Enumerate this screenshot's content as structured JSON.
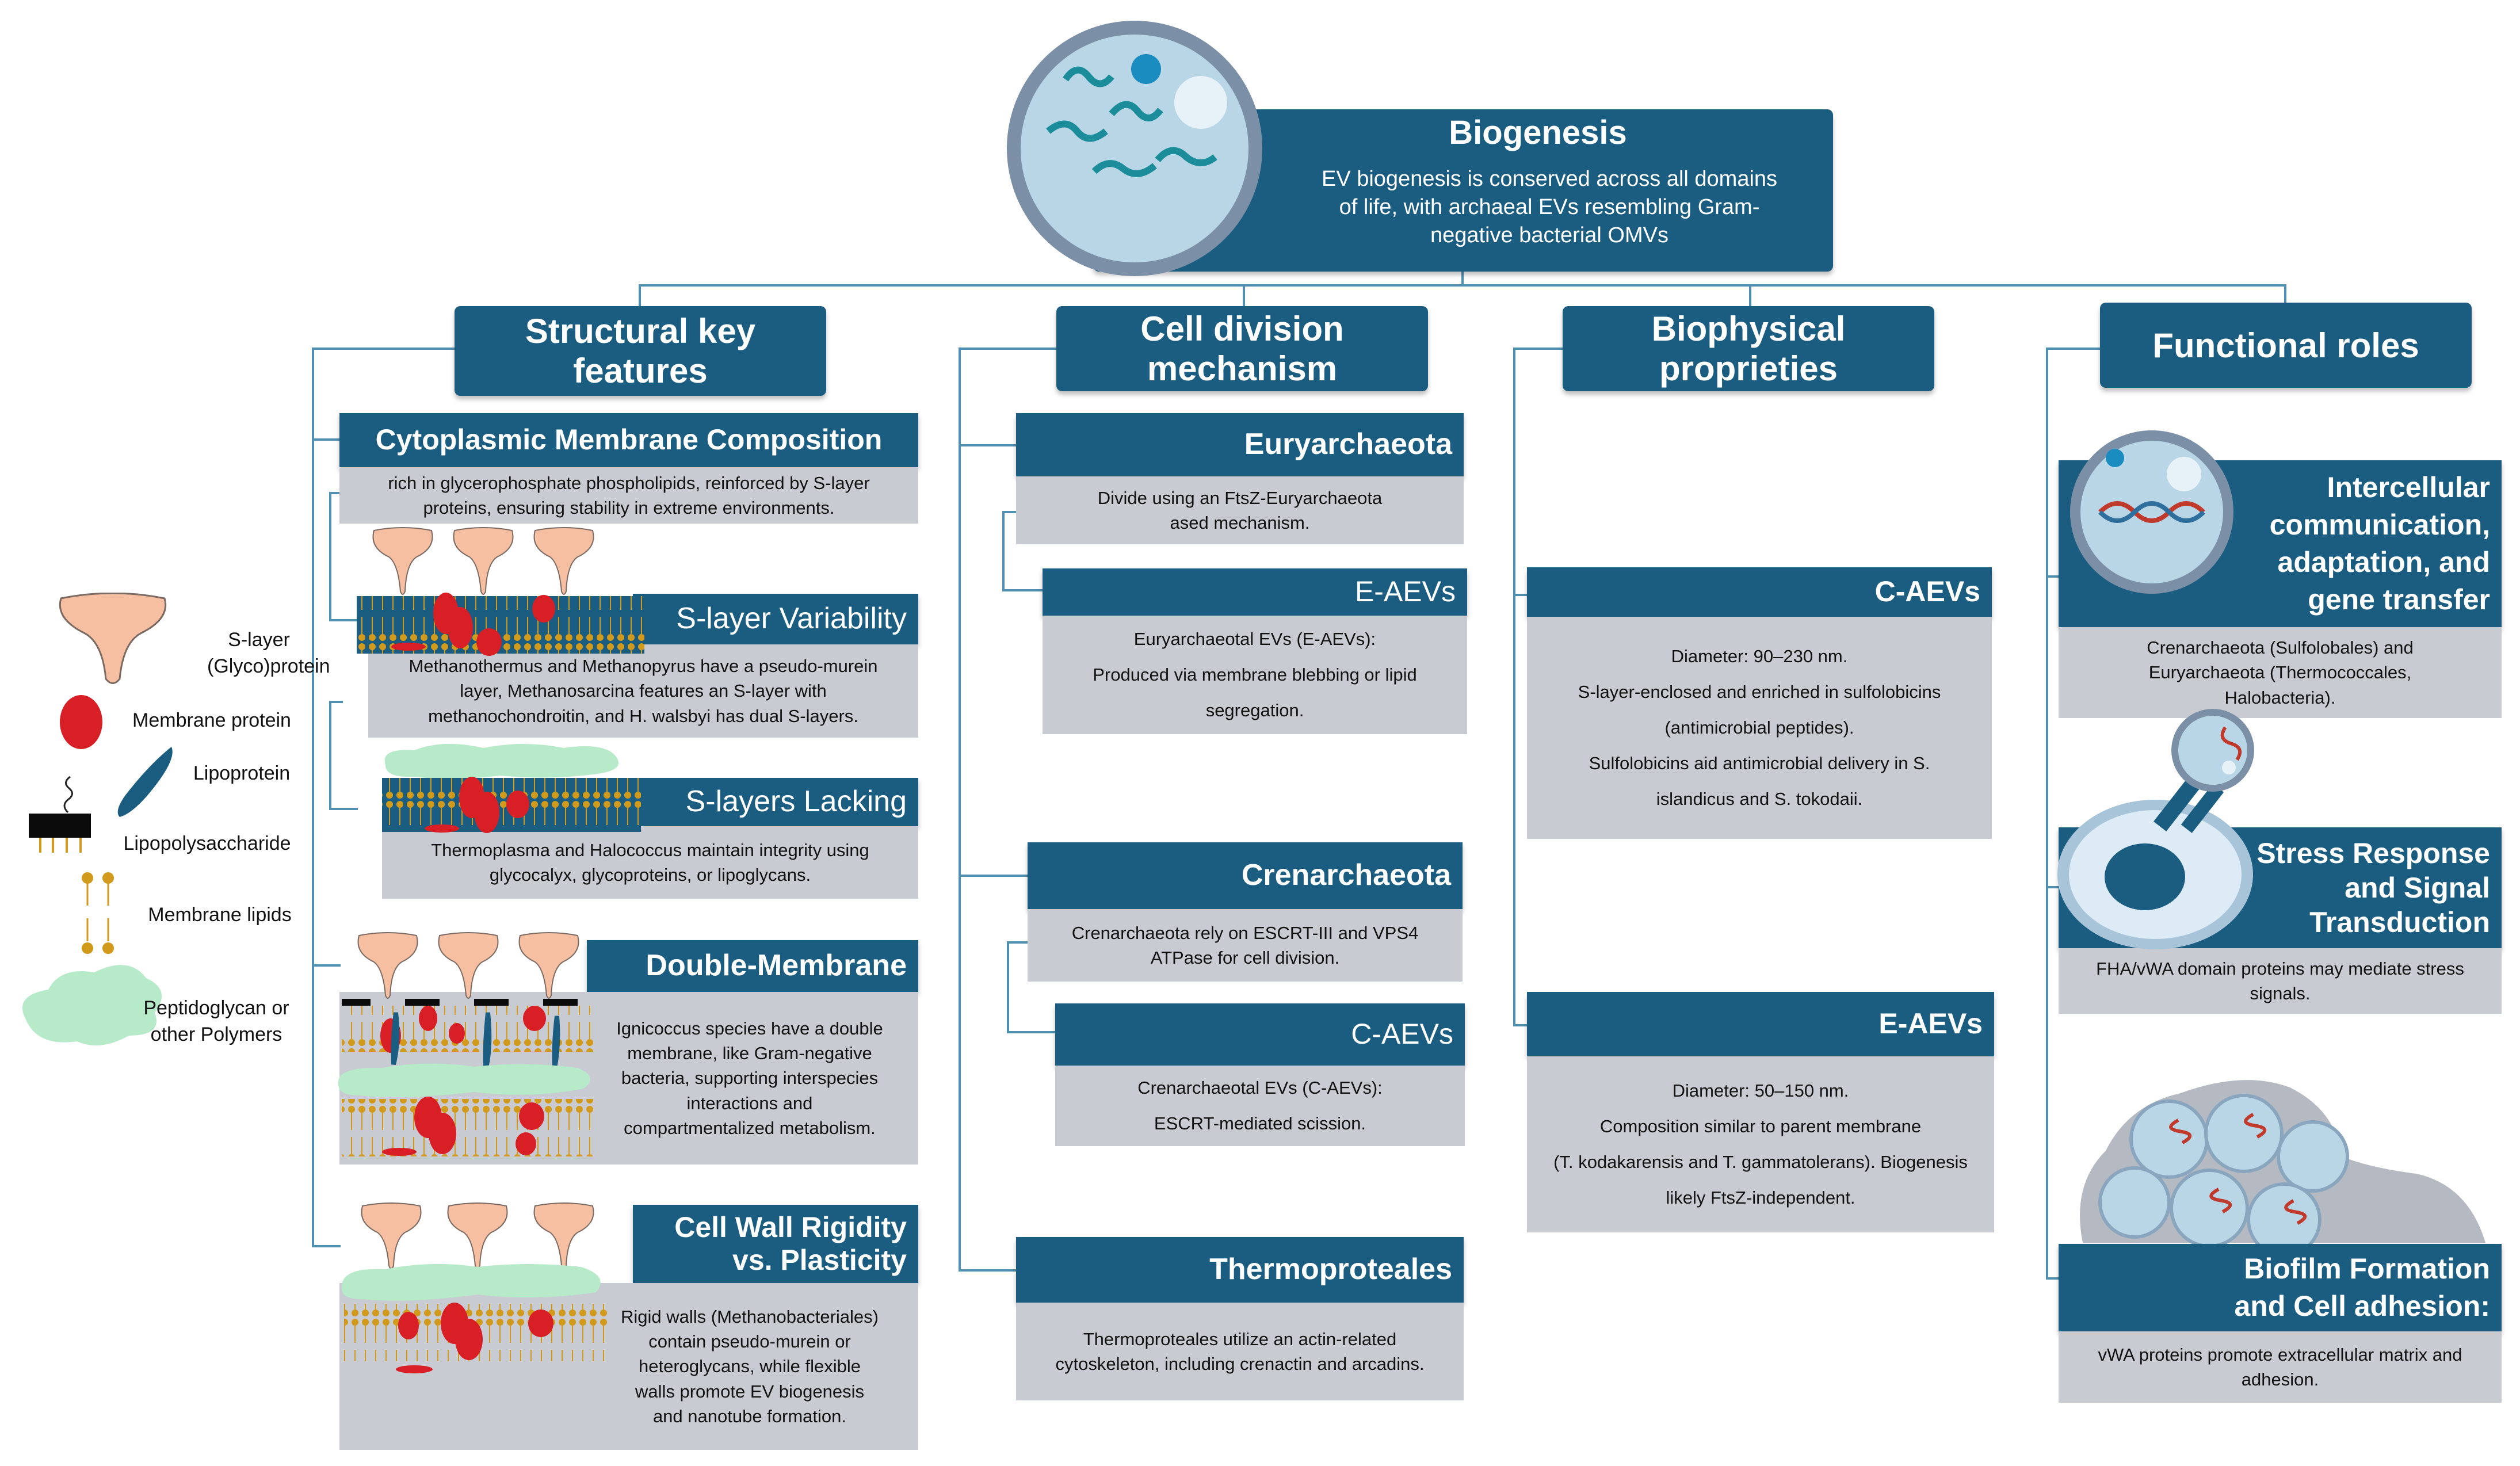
{
  "colors": {
    "header": "#1a5d80",
    "text_box": "#c8cbd2",
    "connector": "#4f8fb0",
    "slayer": "#f7bfa2",
    "protein": "#d81f26",
    "lipid": "#d29a1b",
    "peptidoglycan": "#b6eac8"
  },
  "biogenesis": {
    "title": "Biogenesis",
    "text": "EV biogenesis is conserved across all domains\nof life, with archaeal EVs resembling Gram-\nnegative bacterial OMVs"
  },
  "legend": {
    "slayer": "S-layer\n(Glyco)protein",
    "membrane_protein": "Membrane protein",
    "lipoprotein": "Lipoprotein",
    "lps": "Lipopolysaccharide",
    "lipids": "Membrane lipids",
    "peptidoglycan": "Peptidoglycan or\nother Polymers"
  },
  "structural": {
    "title": "Structural key\nfeatures",
    "cytoplasmic": {
      "title": "Cytoplasmic Membrane Composition",
      "text": "rich in glycerophosphate phospholipids, reinforced by S-layer\nproteins, ensuring stability in extreme environments."
    },
    "slayer_var": {
      "title": "S-layer Variability",
      "text": "Methanothermus and Methanopyrus have a pseudo-murein\nlayer, Methanosarcina features an S-layer with\nmethanochondroitin, and H. walsbyi has dual S-layers."
    },
    "slayer_lack": {
      "title": "S-layers Lacking",
      "text": "Thermoplasma and Halococcus maintain integrity using\nglycocalyx, glycoproteins, or lipoglycans."
    },
    "double": {
      "title": "Double-Membrane",
      "text": "Ignicoccus species have a double\nmembrane, like Gram-negative\nbacteria, supporting interspecies\ninteractions and\ncompartmentalized metabolism."
    },
    "wall": {
      "title": "Cell Wall Rigidity\nvs. Plasticity",
      "text": "Rigid walls (Methanobacteriales)\ncontain pseudo-murein or\nheteroglycans, while flexible\nwalls promote EV biogenesis\nand nanotube formation."
    }
  },
  "division": {
    "title": "Cell division\nmechanism",
    "eury": {
      "title": "Euryarchaeota",
      "text": "Divide using an FtsZ-Euryarchaeota\nased mechanism."
    },
    "eaev": {
      "title": "E-AEVs",
      "text": "Euryarchaeotal EVs (E-AEVs):\nProduced via membrane blebbing or lipid\nsegregation."
    },
    "cren": {
      "title": "Crenarchaeota",
      "text": "Crenarchaeota rely on ESCRT-III and VPS4\nATPase for cell division."
    },
    "caev": {
      "title": "C-AEVs",
      "text": "Crenarchaeotal EVs (C-AEVs):\nESCRT-mediated scission."
    },
    "thermo": {
      "title": "Thermoproteales",
      "text": "Thermoproteales utilize an actin-related\ncytoskeleton, including crenactin and arcadins."
    }
  },
  "biophysical": {
    "title": "Biophysical\nproprieties",
    "caev": {
      "title": "C-AEVs",
      "text": "Diameter: 90–230 nm.\nS-layer-enclosed and enriched in sulfolobicins\n(antimicrobial peptides).\nSulfolobicins aid antimicrobial delivery in S.\nislandicus and S. tokodaii."
    },
    "eaev": {
      "title": "E-AEVs",
      "text": "Diameter: 50–150 nm.\nComposition similar to parent membrane\n(T. kodakarensis and T. gammatolerans). Biogenesis\nlikely FtsZ-independent."
    }
  },
  "functional": {
    "title": "Functional roles",
    "comm": {
      "title": "Intercellular\ncommunication,\nadaptation, and\ngene transfer",
      "text": "Crenarchaeota (Sulfolobales) and\nEuryarchaeota (Thermococcales,\nHalobacteria)."
    },
    "stress": {
      "title": "Stress Response\nand Signal\nTransduction",
      "text": "FHA/vWA domain proteins may mediate stress\nsignals."
    },
    "biofilm": {
      "title": "Biofilm Formation\nand Cell adhesion:",
      "text": "vWA proteins promote extracellular matrix and\nadhesion."
    }
  }
}
